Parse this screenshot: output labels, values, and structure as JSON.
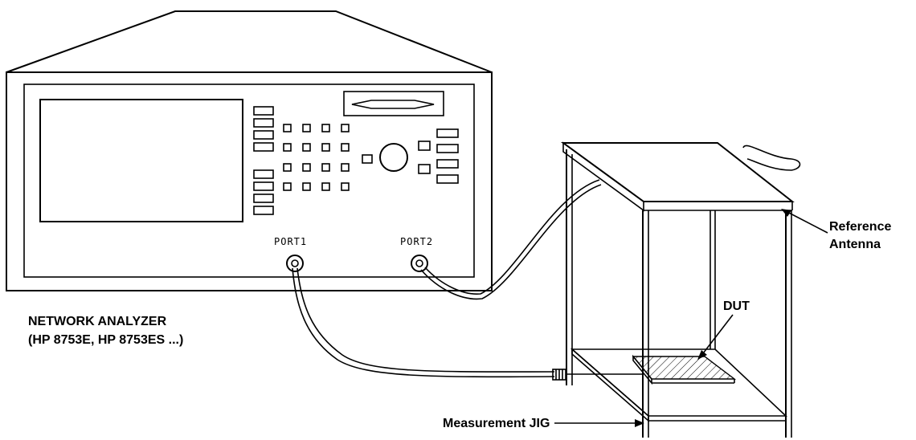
{
  "labels": {
    "analyzer_line1": "NETWORK ANALYZER",
    "analyzer_line2": "(HP 8753E, HP 8753ES ...)",
    "port1": "PORT1",
    "port2": "PORT2",
    "reference_line1": "Reference",
    "reference_line2": "Antenna",
    "dut": "DUT",
    "jig": "Measurement JIG"
  },
  "colors": {
    "line": "#000000",
    "background": "#ffffff"
  }
}
